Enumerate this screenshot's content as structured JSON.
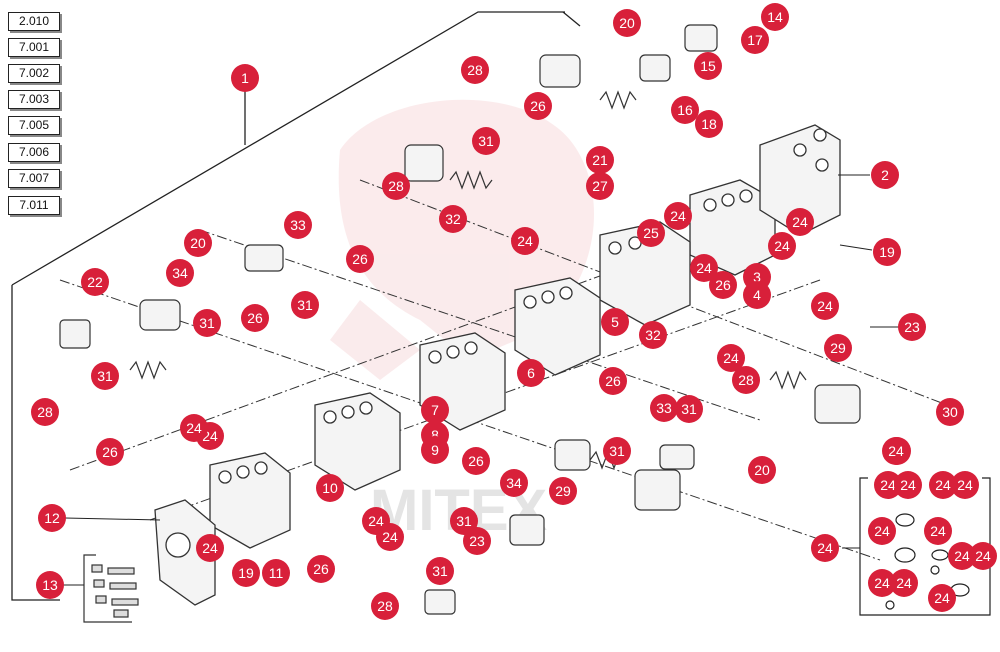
{
  "reference_list": [
    "2.010",
    "7.001",
    "7.002",
    "7.003",
    "7.005",
    "7.006",
    "7.007",
    "7.011"
  ],
  "watermark": "MITEX",
  "colors": {
    "callout": "#d8203a",
    "callout_text": "#ffffff",
    "line": "#222222",
    "part_stroke": "#333333",
    "watermark_logo": "#f3c7c9"
  },
  "callouts": [
    {
      "id": "c-1",
      "label": "1"
    },
    {
      "id": "c-2",
      "label": "2"
    },
    {
      "id": "c-3",
      "label": "3"
    },
    {
      "id": "c-4",
      "label": "4"
    },
    {
      "id": "c-5",
      "label": "5"
    },
    {
      "id": "c-6",
      "label": "6"
    },
    {
      "id": "c-7",
      "label": "7"
    },
    {
      "id": "c-8",
      "label": "8"
    },
    {
      "id": "c-9",
      "label": "9"
    },
    {
      "id": "c-10",
      "label": "10"
    },
    {
      "id": "c-11",
      "label": "11"
    },
    {
      "id": "c-12",
      "label": "12"
    },
    {
      "id": "c-13",
      "label": "13"
    },
    {
      "id": "c-14",
      "label": "14"
    },
    {
      "id": "c-15",
      "label": "15"
    },
    {
      "id": "c-16",
      "label": "16"
    },
    {
      "id": "c-17",
      "label": "17"
    },
    {
      "id": "c-18",
      "label": "18"
    },
    {
      "id": "c-19a",
      "label": "19"
    },
    {
      "id": "c-19b",
      "label": "19"
    },
    {
      "id": "c-20a",
      "label": "20"
    },
    {
      "id": "c-20b",
      "label": "20"
    },
    {
      "id": "c-20c",
      "label": "20"
    },
    {
      "id": "c-21",
      "label": "21"
    },
    {
      "id": "c-22",
      "label": "22"
    },
    {
      "id": "c-23a",
      "label": "23"
    },
    {
      "id": "c-23b",
      "label": "23"
    },
    {
      "id": "c-24a",
      "label": "24"
    },
    {
      "id": "c-24b",
      "label": "24"
    },
    {
      "id": "c-24c",
      "label": "24"
    },
    {
      "id": "c-24d",
      "label": "24"
    },
    {
      "id": "c-24e",
      "label": "24"
    },
    {
      "id": "c-24f",
      "label": "24"
    },
    {
      "id": "c-24g",
      "label": "24"
    },
    {
      "id": "c-24h",
      "label": "24"
    },
    {
      "id": "c-24i",
      "label": "24"
    },
    {
      "id": "c-24j",
      "label": "24"
    },
    {
      "id": "c-24k",
      "label": "24"
    },
    {
      "id": "c-24l",
      "label": "24"
    },
    {
      "id": "c-24m",
      "label": "24"
    },
    {
      "id": "c-24n",
      "label": "24"
    },
    {
      "id": "c-24o",
      "label": "24"
    },
    {
      "id": "c-24p",
      "label": "24"
    },
    {
      "id": "c-24q",
      "label": "24"
    },
    {
      "id": "c-24r",
      "label": "24"
    },
    {
      "id": "c-24s",
      "label": "24"
    },
    {
      "id": "c-24t",
      "label": "24"
    },
    {
      "id": "c-24u",
      "label": "24"
    },
    {
      "id": "c-24v",
      "label": "24"
    },
    {
      "id": "c-24w",
      "label": "24"
    },
    {
      "id": "c-24x",
      "label": "24"
    },
    {
      "id": "c-24y",
      "label": "24"
    },
    {
      "id": "c-24z",
      "label": "24"
    },
    {
      "id": "c-25",
      "label": "25"
    },
    {
      "id": "c-26a",
      "label": "26"
    },
    {
      "id": "c-26b",
      "label": "26"
    },
    {
      "id": "c-26c",
      "label": "26"
    },
    {
      "id": "c-26d",
      "label": "26"
    },
    {
      "id": "c-26e",
      "label": "26"
    },
    {
      "id": "c-26f",
      "label": "26"
    },
    {
      "id": "c-26g",
      "label": "26"
    },
    {
      "id": "c-26h",
      "label": "26"
    },
    {
      "id": "c-27",
      "label": "27"
    },
    {
      "id": "c-28a",
      "label": "28"
    },
    {
      "id": "c-28b",
      "label": "28"
    },
    {
      "id": "c-28c",
      "label": "28"
    },
    {
      "id": "c-28d",
      "label": "28"
    },
    {
      "id": "c-28e",
      "label": "28"
    },
    {
      "id": "c-29a",
      "label": "29"
    },
    {
      "id": "c-29b",
      "label": "29"
    },
    {
      "id": "c-30",
      "label": "30"
    },
    {
      "id": "c-31a",
      "label": "31"
    },
    {
      "id": "c-31b",
      "label": "31"
    },
    {
      "id": "c-31c",
      "label": "31"
    },
    {
      "id": "c-31d",
      "label": "31"
    },
    {
      "id": "c-31e",
      "label": "31"
    },
    {
      "id": "c-31f",
      "label": "31"
    },
    {
      "id": "c-31g",
      "label": "31"
    },
    {
      "id": "c-31h",
      "label": "31"
    },
    {
      "id": "c-32a",
      "label": "32"
    },
    {
      "id": "c-32b",
      "label": "32"
    },
    {
      "id": "c-33a",
      "label": "33"
    },
    {
      "id": "c-33b",
      "label": "33"
    },
    {
      "id": "c-34a",
      "label": "34"
    },
    {
      "id": "c-34b",
      "label": "34"
    }
  ]
}
